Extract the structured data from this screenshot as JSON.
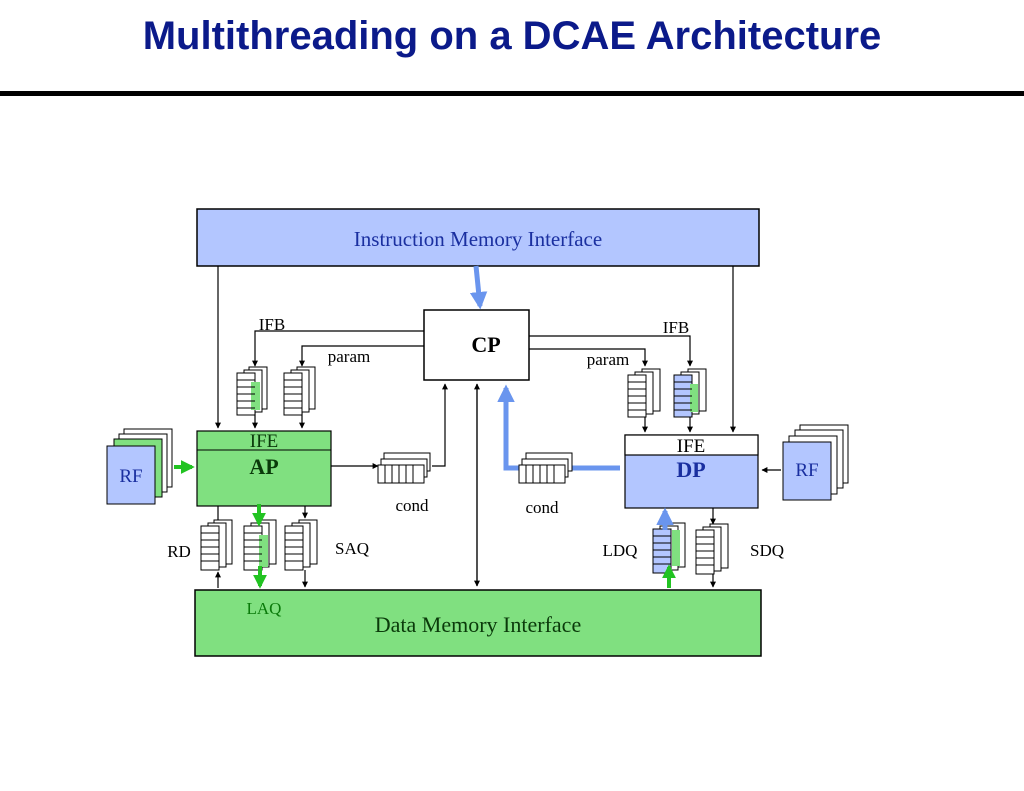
{
  "title": "Multithreading on a DCAE Architecture",
  "labels": {
    "instruction_memory": "Instruction Memory Interface",
    "data_memory": "Data Memory Interface",
    "cp": "CP",
    "ap": "AP",
    "dp": "DP",
    "ife_left": "IFE",
    "ife_right": "IFE",
    "rf_left": "RF",
    "rf_right": "RF",
    "ifb_left": "IFB",
    "ifb_right": "IFB",
    "param_left": "param",
    "param_right": "param",
    "cond_left": "cond",
    "cond_right": "cond",
    "rd": "RD",
    "saq": "SAQ",
    "laq": "LAQ",
    "ldq": "LDQ",
    "sdq": "SDQ"
  },
  "colors": {
    "title": "#0b1a8a",
    "blue_fill": "#b3c6ff",
    "green_fill": "#80e080",
    "blue_arrow": "#6a95ee",
    "green_arrow": "#22c322",
    "label_blue": "#1a2fa0",
    "label_green": "#0a7a0a"
  }
}
